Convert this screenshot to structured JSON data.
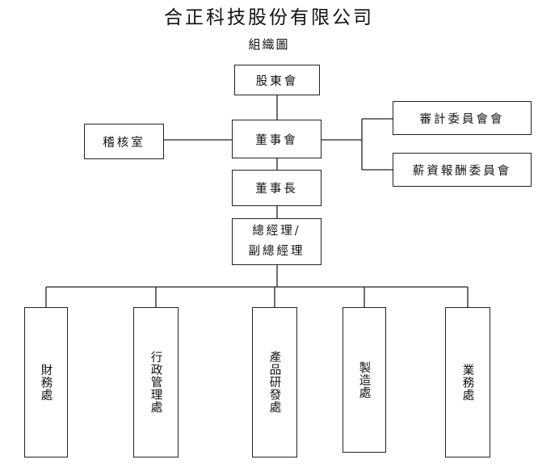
{
  "header": {
    "title": "合正科技股份有限公司",
    "subtitle": "組織圖"
  },
  "org": {
    "shareholders": "股東會",
    "board": "董事會",
    "audit_office": "稽核室",
    "audit_committee": "審計委員會會",
    "compensation_committee": "薪資報酬委員會",
    "chairman": "董事長",
    "gm": "總經理/\n副總經理",
    "departments": [
      "財務處",
      "行政管理處",
      "產品研發處",
      "製造處",
      "業務處"
    ]
  }
}
